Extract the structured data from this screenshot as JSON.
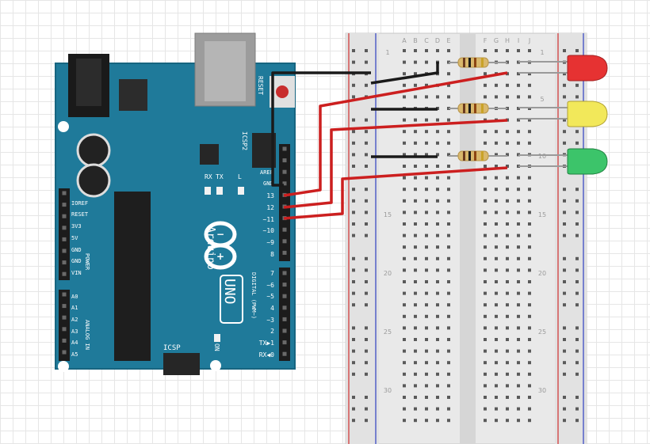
{
  "arduino": {
    "brand": "Arduino",
    "model": "UNO",
    "reset_label": "RESET",
    "icsp2_label": "ICSP2",
    "icsp_label": "ICSP",
    "on_label": "ON",
    "tx_label": "TX",
    "rx_label": "RX",
    "l_label": "L",
    "aref_label": "AREF",
    "gnd_label": "GND",
    "digital_label": "DIGITAL (PWM~)",
    "power_label": "POWER",
    "analog_label": "ANALOG IN",
    "digital_pins": [
      "13",
      "12",
      "~11",
      "~10",
      "~9",
      "8",
      "7",
      "~6",
      "~5",
      "4",
      "~3",
      "2",
      "TX▶1",
      "RX◀0"
    ],
    "power_pins": [
      "IOREF",
      "RESET",
      "3V3",
      "5V",
      "GND",
      "GND",
      "VIN"
    ],
    "analog_pins": [
      "A0",
      "A1",
      "A2",
      "A3",
      "A4",
      "A5"
    ],
    "board_color": "#1f7a9a"
  },
  "breadboard": {
    "column_letters_left": [
      "A",
      "B",
      "C",
      "D",
      "E"
    ],
    "column_letters_right": [
      "F",
      "G",
      "H",
      "I",
      "J"
    ],
    "row_numbers": [
      "1",
      "5",
      "10",
      "15",
      "20",
      "25",
      "30"
    ]
  },
  "leds": [
    {
      "color_name": "red",
      "fill": "#e63232",
      "pin": "13"
    },
    {
      "color_name": "yellow",
      "fill": "#f2e85a",
      "pin": "12"
    },
    {
      "color_name": "green",
      "fill": "#3cc46a",
      "pin": "11"
    }
  ],
  "wire_colors": {
    "signal": "#cc1f1f",
    "ground": "#1a1a1a"
  }
}
